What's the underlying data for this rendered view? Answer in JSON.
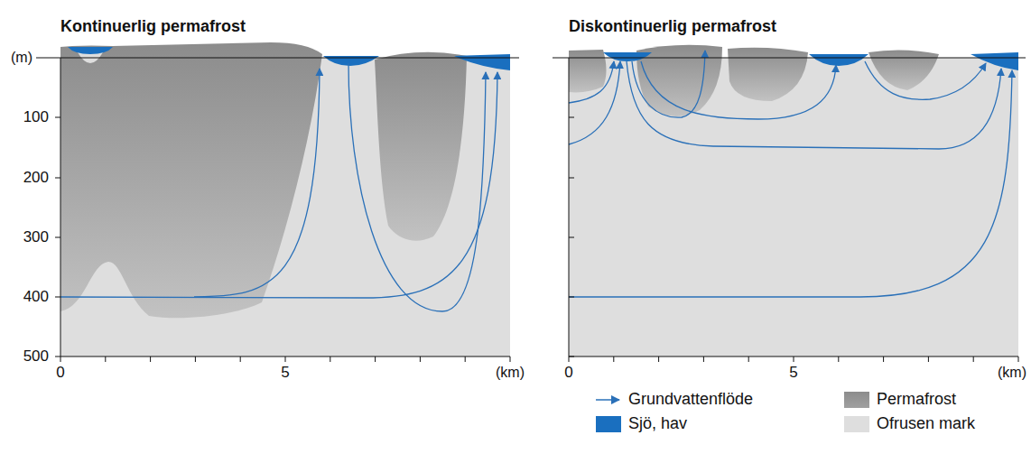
{
  "diagram": {
    "labels": [
      "Kontinuerlig permafrost",
      "(m)",
      "100",
      "200",
      "300",
      "400",
      "500",
      "0",
      "5",
      "(km)",
      "Diskontinuerlig permafrost",
      "0",
      "5",
      "(km)"
    ],
    "legend": [
      {
        "text": "Grundvattenflöde"
      },
      {
        "text": "Permafrost",
        "color": "#a0a0a0"
      },
      {
        "text": "Sjö, hav",
        "color": "#1a6fbf"
      },
      {
        "text": "Ofrusen mark",
        "color": "#dedede"
      }
    ]
  }
}
